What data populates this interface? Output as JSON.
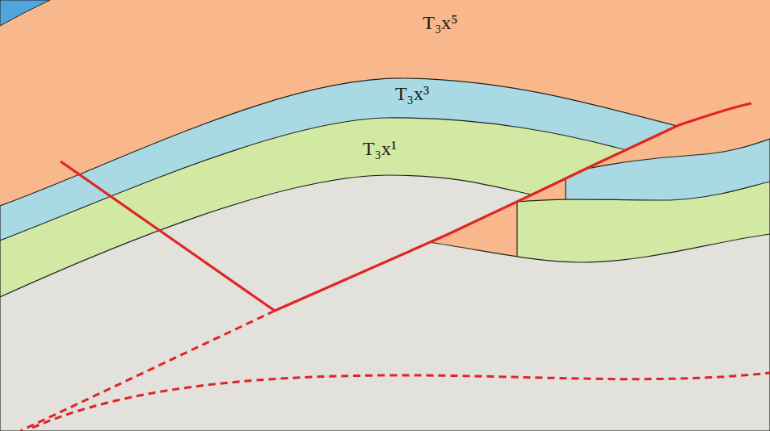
{
  "diagram": {
    "labels": [
      "T₃x⁵",
      "T₃x³",
      "T₃x¹"
    ]
  }
}
